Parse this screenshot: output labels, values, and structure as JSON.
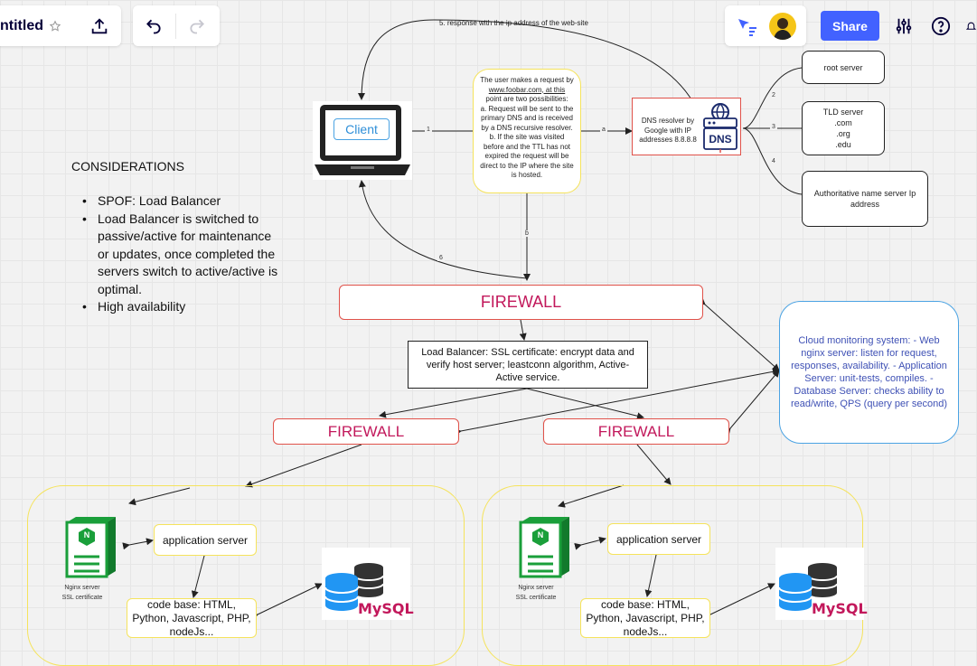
{
  "toolbar": {
    "board_title": "ntitled",
    "share_label": "Share"
  },
  "icons": {
    "star": "star-icon",
    "upload": "upload-icon",
    "undo": "undo-icon",
    "redo": "redo-icon",
    "cursor": "collaboration-cursor-icon",
    "settings": "settings-sliders-icon",
    "help": "help-icon",
    "bell": "bell-icon"
  },
  "colors": {
    "share": "#4262ff",
    "firewall_text": "#c2185b",
    "firewall_border": "#e0524a",
    "group_border": "#f5e35c",
    "cloud_border": "#4ba3e3",
    "cloud_text": "#3f51b5",
    "nginx_green": "#1a9f3a",
    "mysql_blue": "#2196f3"
  },
  "diagram": {
    "considerations": {
      "title": "CONSIDERATIONS",
      "items": [
        "SPOF: Load Balancer",
        "Load Balancer is switched to passive/active for maintenance or updates, once completed the servers switch to active/active is optimal.",
        "High availability"
      ]
    },
    "top_label": "5. response with the ip address of the web-site",
    "client_label": "Client",
    "request_note_lines": [
      "The user makes a request by",
      "www.foobar.com, at this",
      "point are two possibilities:",
      "a. Request will be sent to the",
      "primary DNS and is received",
      "by a DNS recursive resolver.",
      "b. If the site was visited",
      "before and the TTL has not",
      "expired the request will be",
      "direct to the IP where the site",
      "is hosted."
    ],
    "dns_resolver": "DNS resolver by Google with IP addresses 8.8.8.8",
    "dns_icon_label": "DNS",
    "root_server": "root server",
    "tld_server_lines": [
      "TLD server",
      ".com",
      ".org",
      ".edu"
    ],
    "authoritative_server": "Authoritative name server Ip address",
    "firewall_top": "FIREWALL",
    "firewall_left": "FIREWALL",
    "firewall_right": "FIREWALL",
    "load_balancer": "Load Balancer: SSL certificate: encrypt data and verify host server; leastconn algorithm, Active-Active service.",
    "cloud_monitoring": "Cloud monitoring system: - Web nginx server: listen for request, responses, availability. - Application Server: unit-tests, compiles. - Database Server: checks ability to read/write, QPS (query per second)",
    "edge_labels": {
      "e1": "1",
      "ea": "a",
      "eb": "b",
      "e2": "2",
      "e3": "3",
      "e4": "4",
      "e6": "6"
    },
    "left_group": {
      "nginx_label_1": "Nginx server",
      "nginx_label_2": "SSL certificate",
      "nginx_badge": "N",
      "app_server": "application server",
      "code_base": "code base: HTML, Python, Javascript, PHP, nodeJs...",
      "mysql": "MySQL"
    },
    "right_group": {
      "nginx_label_1": "Nginx server",
      "nginx_label_2": "SSL certificate",
      "nginx_badge": "N",
      "app_server": "application server",
      "code_base": "code base: HTML, Python, Javascript, PHP, nodeJs...",
      "mysql": "MySQL"
    }
  }
}
